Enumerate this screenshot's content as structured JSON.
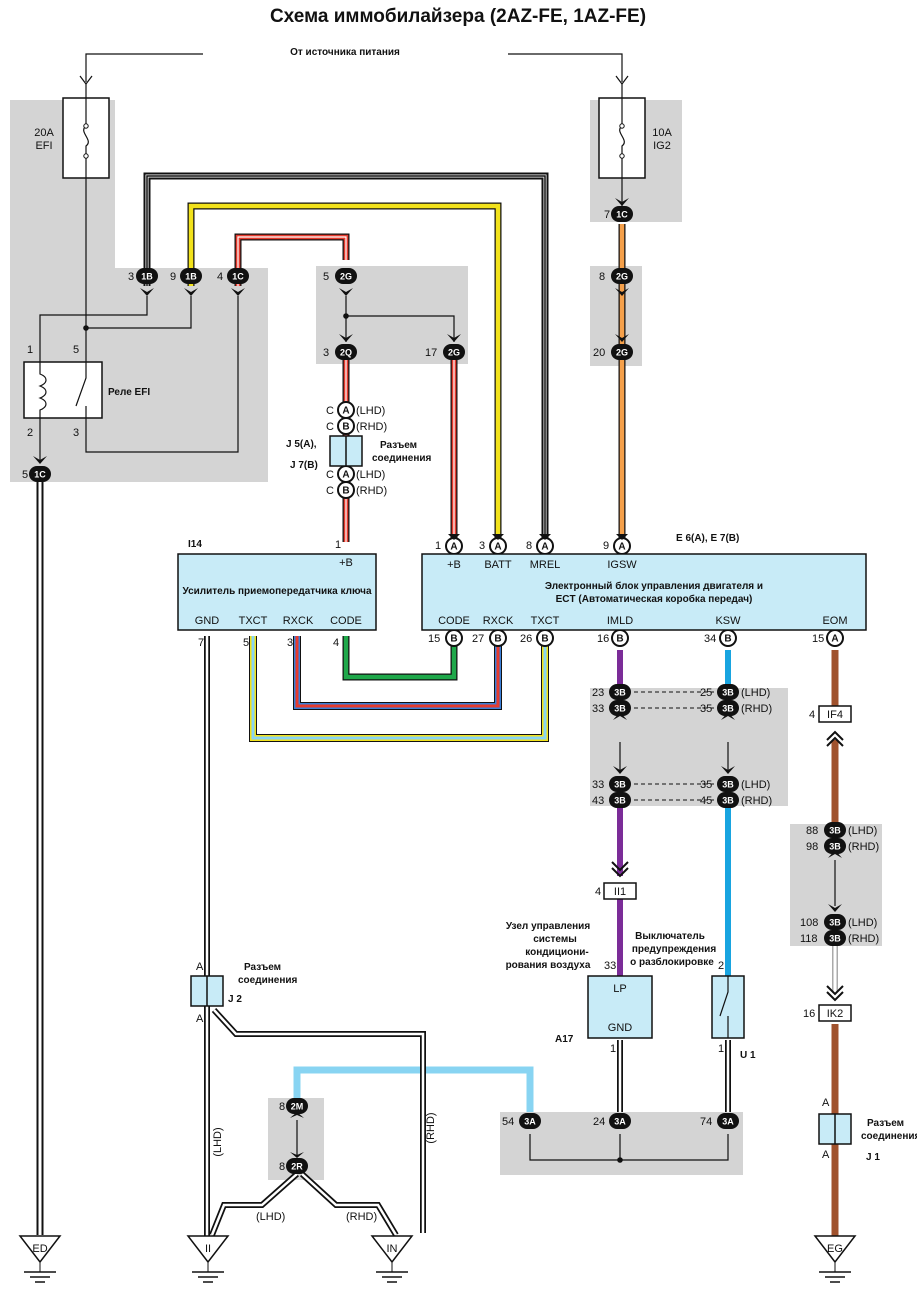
{
  "title": "Схема иммобилайзера (2AZ-FE, 1AZ-FE)",
  "power_source": "От  источника питания",
  "fuses": {
    "efi": {
      "rating": "20A",
      "name": "EFI"
    },
    "ig2": {
      "rating": "10A",
      "name": "IG2"
    }
  },
  "relay_label": "Реле EFI",
  "transponder": {
    "id": "I14",
    "name": "Усилитель приемопередатчика ключа",
    "terminals": {
      "gnd": "GND",
      "txct": "TXCT",
      "rxck": "RXCK",
      "code": "CODE",
      "b": "+B"
    }
  },
  "ecm": {
    "id": "E 6(A), E 7(B)",
    "name_line1": "Электронный блок управления двигателя и",
    "name_line2": "ECT (Автоматическая коробка передач)",
    "terminals": {
      "b": "+B",
      "batt": "BATT",
      "mrel": "MREL",
      "igsw": "IGSW",
      "code": "CODE",
      "rxck": "RXCK",
      "txct": "TXCT",
      "imld": "IMLD",
      "ksw": "KSW",
      "eom": "EOM"
    }
  },
  "junction_j5": {
    "id_line1": "J 5(A),",
    "id_line2": "J 7(B)",
    "label_line1": "Разъем",
    "label_line2": "соединения"
  },
  "junction_j2": {
    "id": "J 2",
    "label_line1": "Разъем",
    "label_line2": "соединения"
  },
  "junction_j1": {
    "id": "J 1",
    "label_line1": "Разъем",
    "label_line2": "соединения"
  },
  "ac_unit": {
    "id": "A17",
    "line1": "Узел управления",
    "line2": "системы",
    "line3": "кондициони-",
    "line4": "рования воздуха",
    "lp": "LP",
    "gnd": "GND"
  },
  "unlock_switch": {
    "id": "U 1",
    "line1": "Выключатель",
    "line2": "предупреждения",
    "line3": "о разблокировке"
  },
  "lhd": "(LHD)",
  "rhd": "(RHD)",
  "grounds": [
    "ED",
    "II",
    "IN",
    "EG"
  ],
  "connectors": {
    "c1B": "1B",
    "c1C": "1C",
    "c2G": "2G",
    "c2Q": "2Q",
    "c3B": "3B",
    "c3A": "3A",
    "c2M": "2M",
    "c2R": "2R",
    "cIF4": "IF4",
    "cII1": "II1",
    "cIK2": "IK2",
    "cA": "A",
    "cB": "B"
  },
  "pins": {
    "p1": "1",
    "p2": "2",
    "p3": "3",
    "p4": "4",
    "p5": "5",
    "p7": "7",
    "p8": "8",
    "p9": "9",
    "p15": "15",
    "p16": "16",
    "p17": "17",
    "p20": "20",
    "p23": "23",
    "p24": "24",
    "p25": "25",
    "p26": "26",
    "p27": "27",
    "p33": "33",
    "p34": "34",
    "p35": "35",
    "p43": "43",
    "p45": "45",
    "p54": "54",
    "p74": "74",
    "p88": "88",
    "p98": "98",
    "p108": "108",
    "p118": "118",
    "p16b": "16",
    "pA": "A",
    "pC": "C"
  },
  "wire_colors": {
    "black": "#111111",
    "yellow": "#f2e21b",
    "red": "#e63b2e",
    "orange": "#f5a04a",
    "green": "#1fa84a",
    "blue": "#3a7fd8",
    "light_blue": "#88d4f2",
    "purple": "#7b2c98",
    "cyan": "#18a4e0",
    "brown": "#a0522d",
    "panel": "#d3d3d3",
    "module": "#c8ebf7"
  }
}
